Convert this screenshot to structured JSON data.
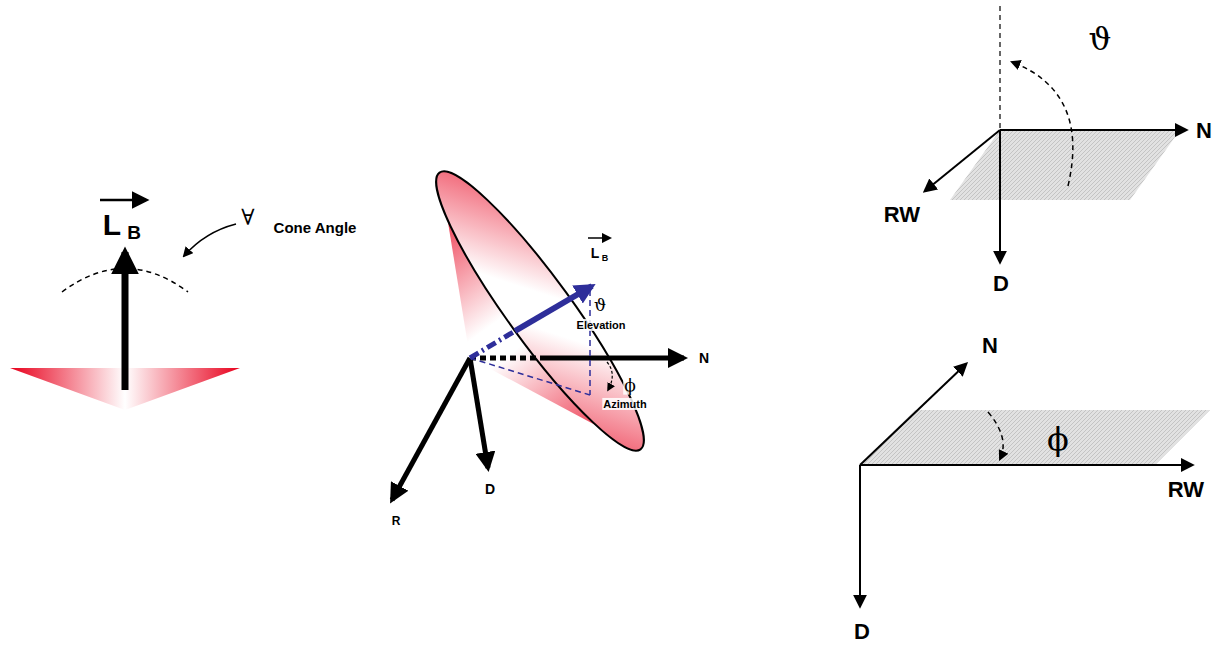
{
  "diagram": {
    "labels": [
      "L",
      "B",
      "∀",
      "Cone Angle",
      "L",
      "B",
      "ϑ",
      "Elevation",
      "ϕ",
      "Azimuth",
      "N",
      "R",
      "D",
      "ϑ",
      "N",
      "RW",
      "D",
      "N",
      "ϕ",
      "RW",
      "D"
    ]
  }
}
